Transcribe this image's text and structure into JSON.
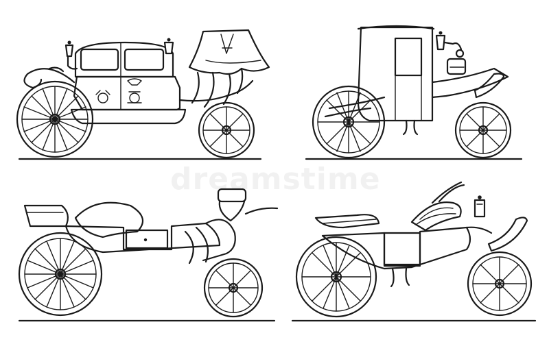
{
  "watermark": {
    "text": "dreamstime"
  },
  "carriages": [
    {
      "id": "state-coach"
    },
    {
      "id": "brougham"
    },
    {
      "id": "landau"
    },
    {
      "id": "phaeton"
    }
  ],
  "colors": {
    "ink": "#1a1a1a",
    "background": "#ffffff"
  }
}
